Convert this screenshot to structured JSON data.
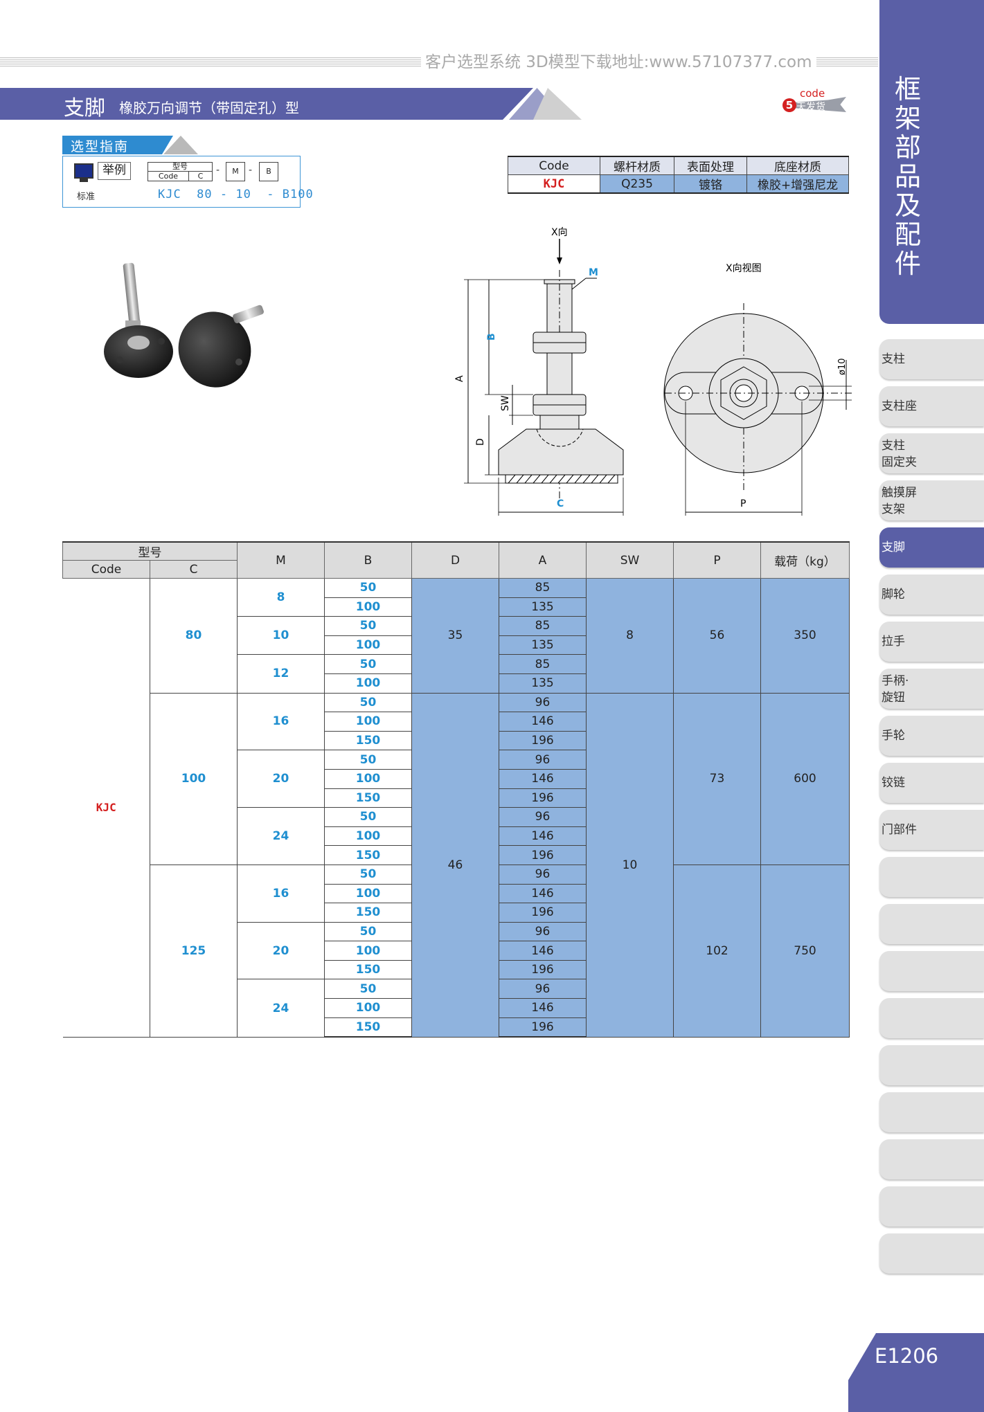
{
  "header": {
    "site_text": "客户选型系统  3D模型下载地址:www.57107377.com"
  },
  "title": {
    "main": "支脚",
    "sub": "橡胶万向调节（带固定孔）型"
  },
  "badge": {
    "code": "code",
    "number": "5",
    "text": "天发货"
  },
  "guide": {
    "tab": "选型指南",
    "example": "举例",
    "standard": "标准",
    "model_label": "型号",
    "code_label": "Code",
    "c_label": "C",
    "m_label": "M",
    "b_label": "B",
    "dash": "-",
    "example_value": "KJC  80 - 10  - B100"
  },
  "spec_table": {
    "headers": [
      "Code",
      "螺杆材质",
      "表面处理",
      "底座材质"
    ],
    "row": [
      "KJC",
      "Q235",
      "镀铬",
      "橡胶+增强尼龙"
    ]
  },
  "drawing": {
    "x_dir": "X向",
    "x_view": "X向视图",
    "labels": {
      "M": "M",
      "A": "A",
      "B": "B",
      "SW": "SW",
      "D": "D",
      "C": "C",
      "P": "P",
      "hole": "ø10"
    }
  },
  "main_table": {
    "headers": {
      "model": "型号",
      "code": "Code",
      "c": "C",
      "m": "M",
      "b": "B",
      "d": "D",
      "a": "A",
      "sw": "SW",
      "p": "P",
      "load": "载荷（kg）"
    },
    "code_value": "KJC",
    "c_values": [
      "80",
      "100",
      "125"
    ],
    "m_values": [
      "8",
      "10",
      "12",
      "16",
      "20",
      "24",
      "16",
      "20",
      "24"
    ],
    "b_values": [
      "50",
      "100",
      "50",
      "100",
      "50",
      "100",
      "50",
      "100",
      "150",
      "50",
      "100",
      "150",
      "50",
      "100",
      "150",
      "50",
      "100",
      "150",
      "50",
      "100",
      "150",
      "50",
      "100",
      "150"
    ],
    "a_values": [
      "85",
      "135",
      "85",
      "135",
      "85",
      "135",
      "96",
      "146",
      "196",
      "96",
      "146",
      "196",
      "96",
      "146",
      "196",
      "96",
      "146",
      "196",
      "96",
      "146",
      "196",
      "96",
      "146",
      "196"
    ],
    "d_values": [
      "35",
      "46"
    ],
    "sw_values": [
      "8",
      "10"
    ],
    "p_values": [
      "56",
      "73",
      "102"
    ],
    "load_values": [
      "350",
      "600",
      "750"
    ]
  },
  "sidebar": {
    "title": "框架部品及配件",
    "items": [
      "支柱",
      "支柱座",
      "支柱\n固定夹",
      "触摸屏\n支架",
      "支脚",
      "脚轮",
      "拉手",
      "手柄·\n旋钮",
      "手轮",
      "铰链",
      "门部件"
    ],
    "active": "支脚"
  },
  "page_number": "E1206",
  "colors": {
    "brand": "#5a5fa6",
    "table_blue": "#8fb3de",
    "accent_blue": "#1f8fd0",
    "code_red": "#d42020"
  }
}
